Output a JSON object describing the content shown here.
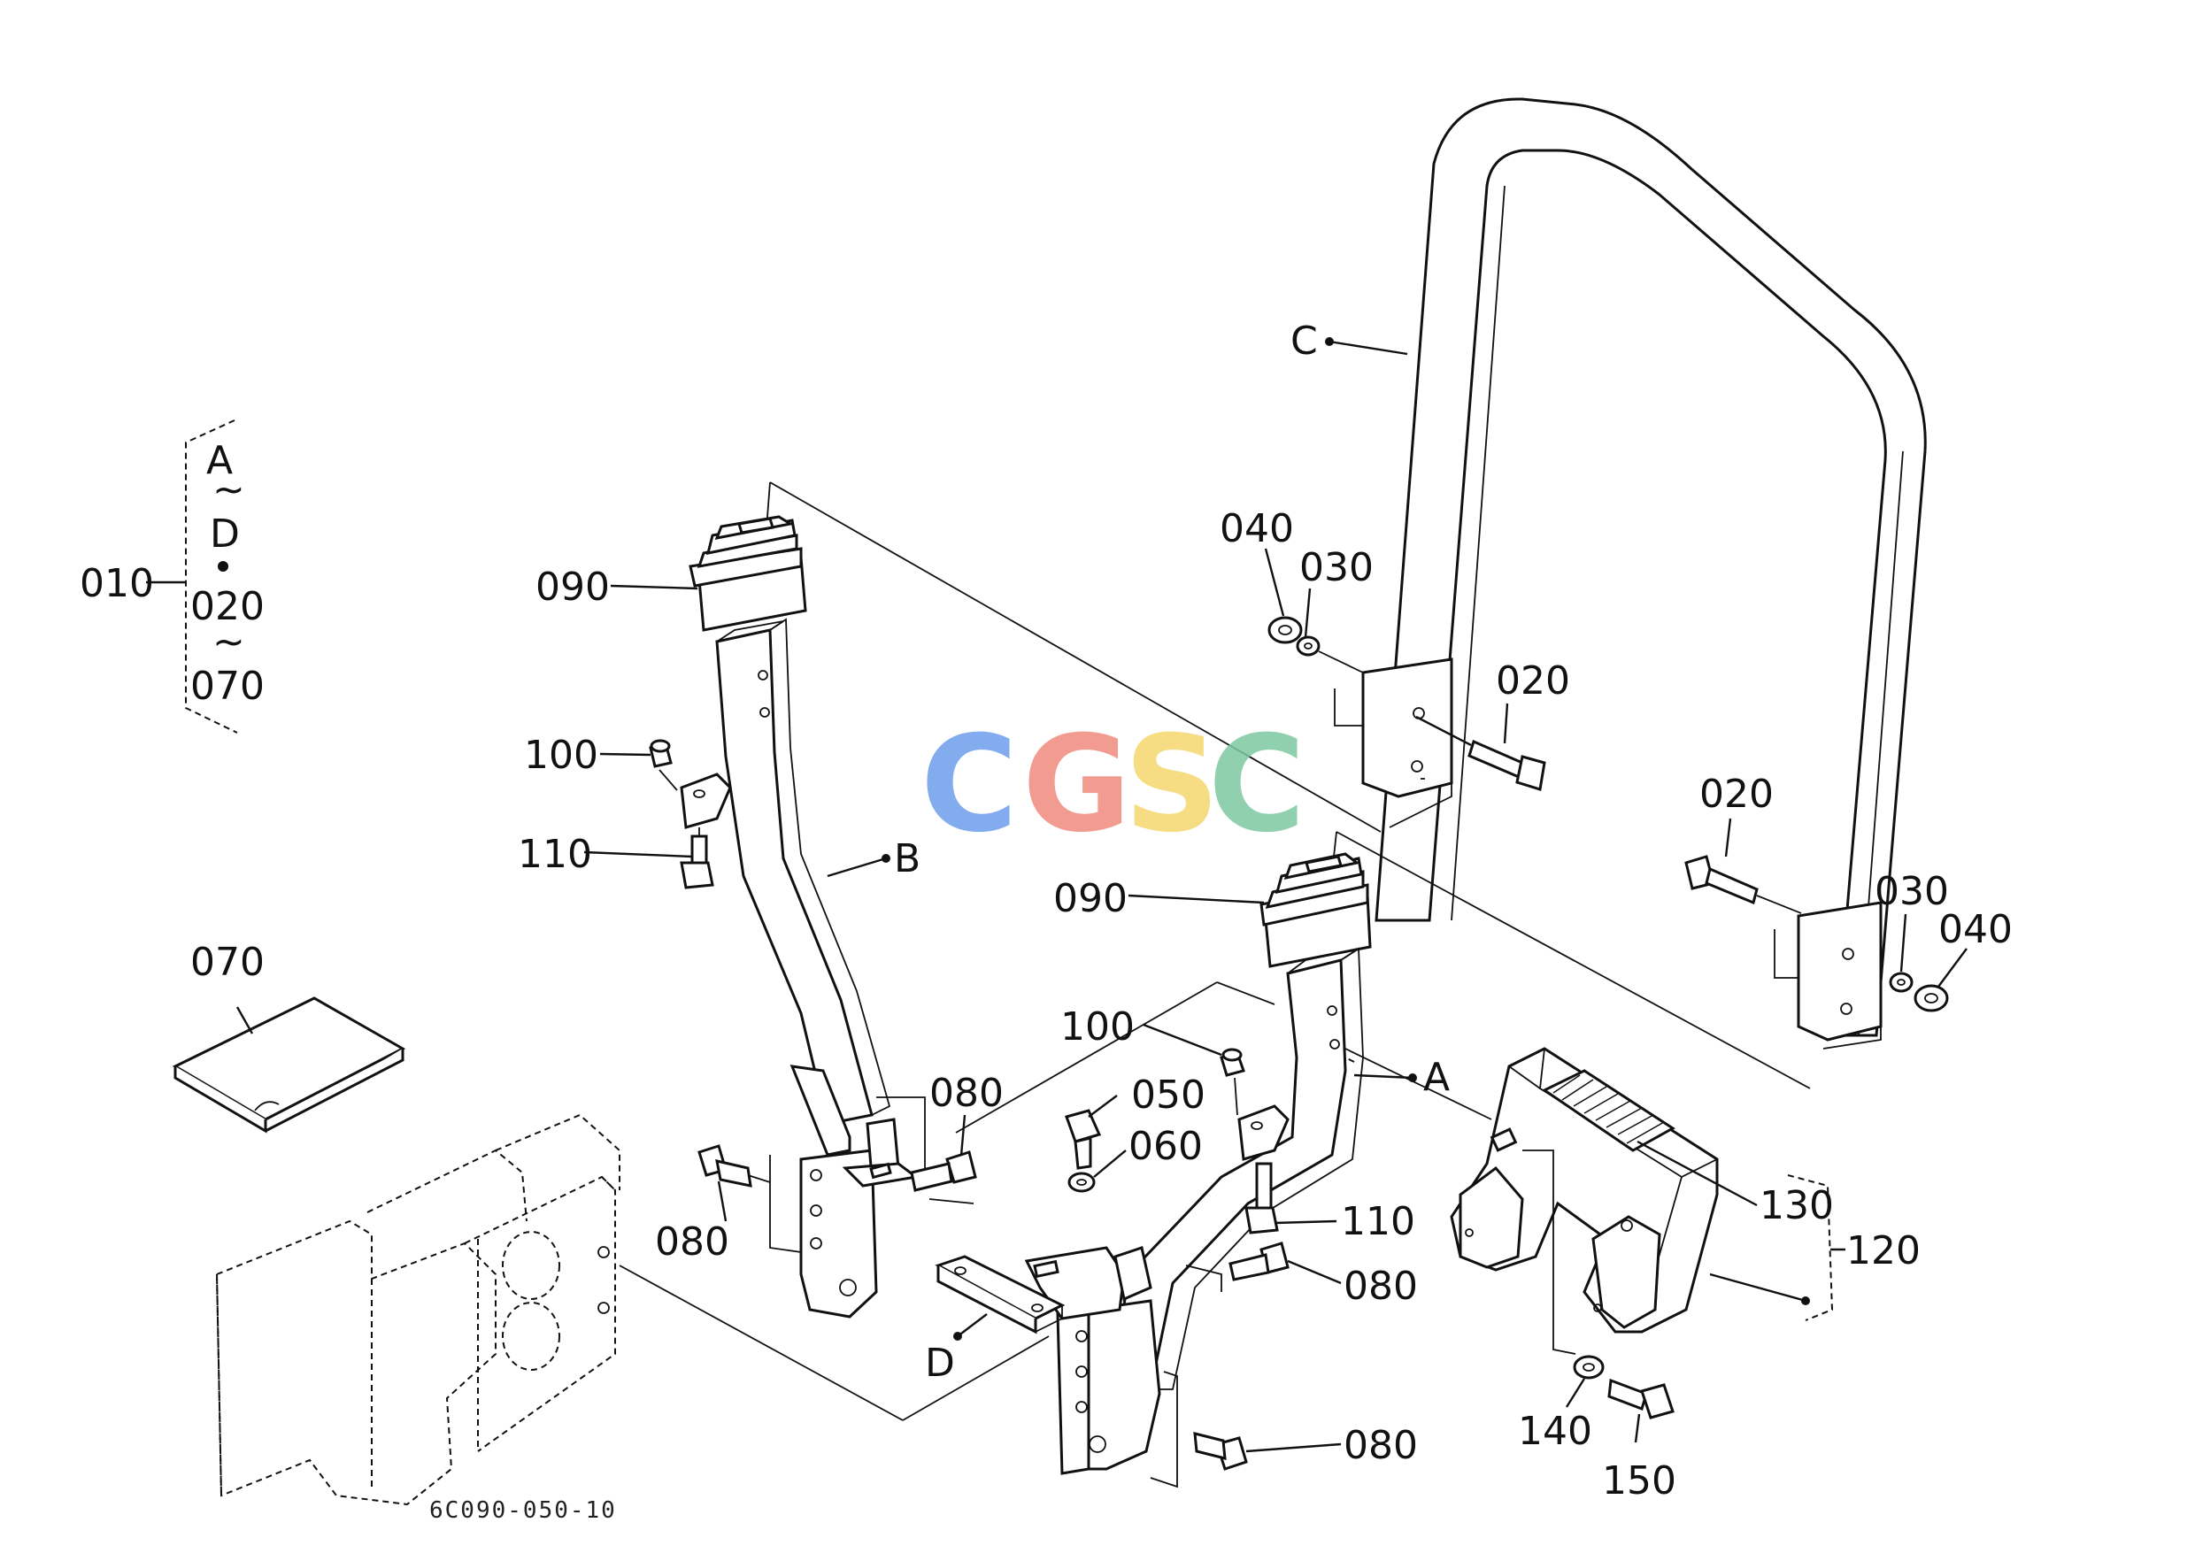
{
  "watermark": {
    "letters": [
      "C",
      "G",
      "S",
      "C"
    ],
    "colors": [
      "#6d9eeb",
      "#f08a7e",
      "#f5d76e",
      "#7ec8a0"
    ]
  },
  "group_bracket": {
    "code": "010",
    "range_top": "A",
    "range_bottom": "D",
    "range_start": "020",
    "range_end": "070",
    "tilde": "~"
  },
  "callouts": {
    "c": "C",
    "b": "B",
    "a": "A",
    "d": "D",
    "p090_left": "090",
    "p090_right": "090",
    "p100_left": "100",
    "p100_right": "100",
    "p110_left": "110",
    "p110_right": "110",
    "p040_top": "040",
    "p030_top": "030",
    "p020_top": "020",
    "p020_right": "020",
    "p030_right": "030",
    "p040_right": "040",
    "p070": "070",
    "p080_upper": "080",
    "p080_left": "080",
    "p080_mid": "080",
    "p080_low": "080",
    "p050": "050",
    "p060": "060",
    "p130": "130",
    "p120": "120",
    "p140": "140",
    "p150": "150"
  },
  "figure_code": "6C090-050-10"
}
